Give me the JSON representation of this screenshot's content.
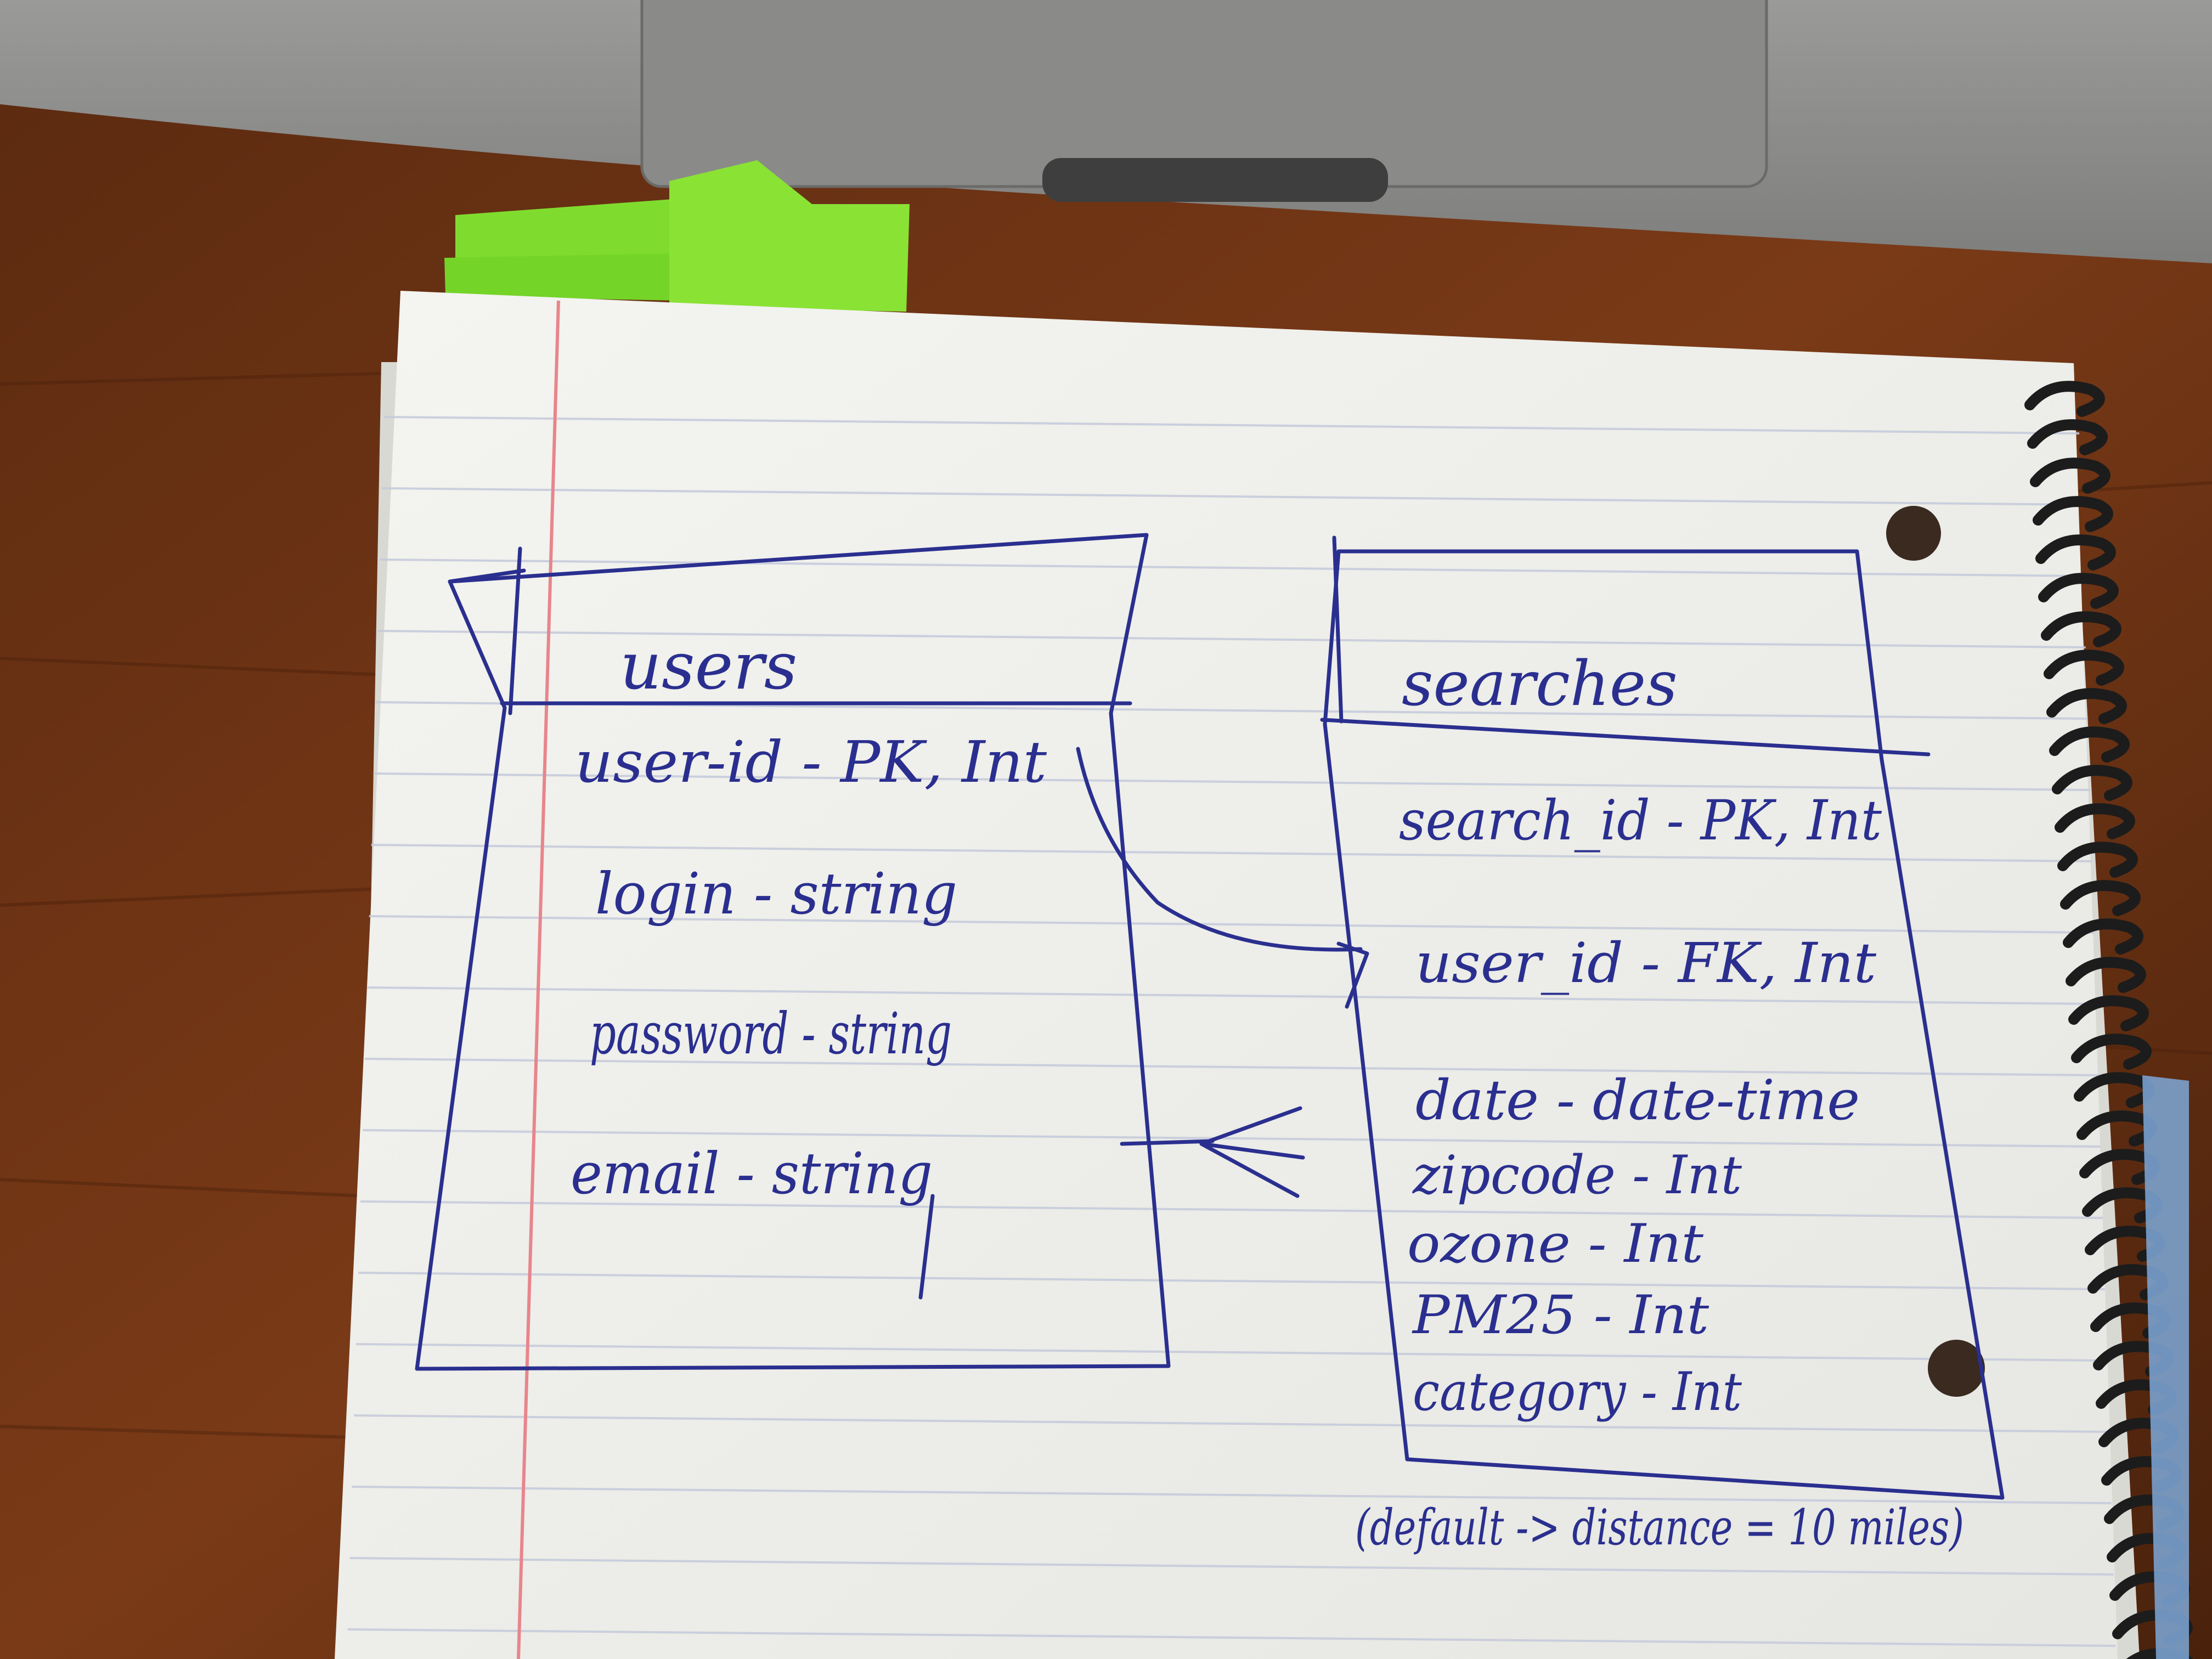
{
  "diagram": {
    "users_table": {
      "title": "users",
      "fields": [
        "user-id - PK, Int",
        "login - string",
        "password - string",
        "email - string"
      ]
    },
    "searches_table": {
      "title": "searches",
      "fields": [
        "search_id - PK, Int",
        "user_id - FK, Int",
        "date - date-time",
        "zipcode - Int",
        "ozone - Int",
        "PM25 - Int",
        "category - Int"
      ]
    },
    "note": "(default -> distance = 10 miles)",
    "relationships": [
      {
        "from": "users.user-id",
        "to": "searches.user_id",
        "kind": "arrow"
      },
      {
        "from": "users",
        "to": "searches",
        "kind": "one-to-many"
      }
    ]
  },
  "colors": {
    "ink": "#2a2f8f",
    "paper": "#f2f2ee",
    "rule_line": "#c5cadb",
    "margin_line": "#e8858c",
    "desk": "#6e3414",
    "laptop": "#8f8f8f",
    "sticky_note": "#7fdc2e",
    "spiral": "#1c1c1c"
  }
}
